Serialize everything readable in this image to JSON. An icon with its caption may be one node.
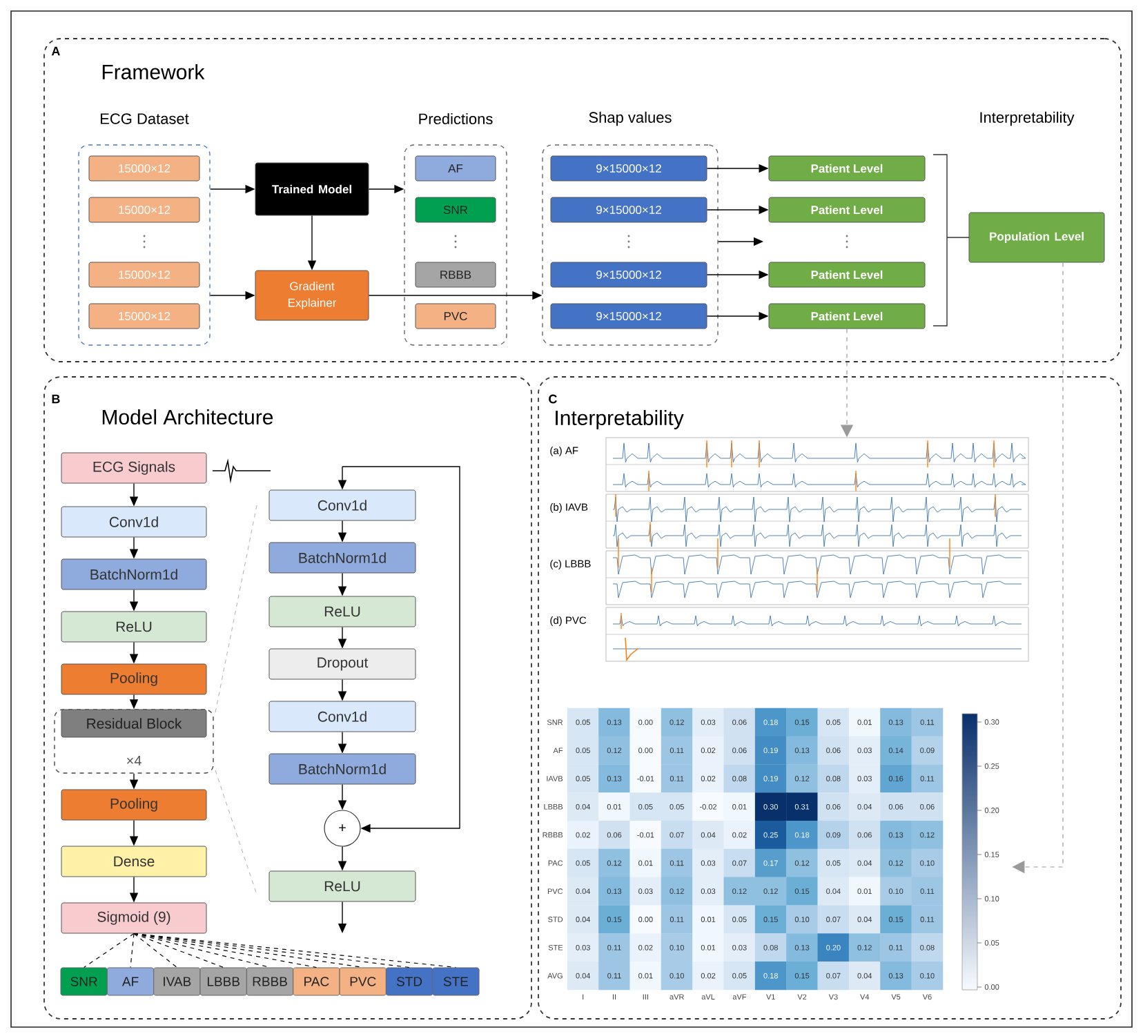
{
  "diagram": {
    "nodes": [
      {
        "text": [
          "A",
          "Framework"
        ]
      },
      {
        "text": [
          "ECG Dataset"
        ],
        "in": 0
      },
      {
        "text": [
          "15000×12"
        ],
        "in": 1
      },
      {
        "text": [
          "15000×12"
        ],
        "in": 1
      },
      {
        "text": [
          "15000×12"
        ],
        "in": 1
      },
      {
        "text": [
          "15000×12"
        ],
        "in": 1
      },
      {
        "text": [
          "Trained Model"
        ],
        "in": 0
      },
      {
        "text": [
          "Gradient Explainer"
        ],
        "in": 0
      },
      {
        "text": [
          "Predictions"
        ],
        "in": 0
      },
      {
        "text": [
          "AF"
        ],
        "in": 8
      },
      {
        "text": [
          "SNR"
        ],
        "in": 8
      },
      {
        "text": [
          "RBBB"
        ],
        "in": 8
      },
      {
        "text": [
          "PVC"
        ],
        "in": 8
      },
      {
        "text": [
          "Shap values"
        ],
        "in": 0
      },
      {
        "text": [
          "9×15000×12"
        ],
        "in": 13
      },
      {
        "text": [
          "9×15000×12"
        ],
        "in": 13
      },
      {
        "text": [
          "9×15000×12"
        ],
        "in": 13
      },
      {
        "text": [
          "9×15000×12"
        ],
        "in": 13
      },
      {
        "text": [
          "Patient Level"
        ],
        "in": 0
      },
      {
        "text": [
          "Patient Level"
        ],
        "in": 0
      },
      {
        "text": [
          "Patient Level"
        ],
        "in": 0
      },
      {
        "text": [
          "Patient Level"
        ],
        "in": 0
      },
      {
        "text": [
          "Population Level"
        ],
        "in": 0
      },
      {
        "text": [
          "B",
          "Model Architecture"
        ]
      },
      {
        "text": [
          "ECG Signals"
        ],
        "in": 23
      },
      {
        "text": [
          "Conv1d"
        ],
        "in": 23
      },
      {
        "text": [
          "BatchNorm1d"
        ],
        "in": 23
      },
      {
        "text": [
          "ReLU"
        ],
        "in": 23
      },
      {
        "text": [
          "Pooling"
        ],
        "in": 23
      },
      {
        "text": [
          "×4"
        ],
        "in": 23
      },
      {
        "text": [
          "Residual Block"
        ],
        "in": 29
      },
      {
        "text": [
          "Pooling"
        ],
        "in": 23
      },
      {
        "text": [
          "Dense"
        ],
        "in": 23
      },
      {
        "text": [
          "Sigmoid (9)"
        ],
        "in": 23
      },
      {
        "text": [
          "SNR"
        ],
        "in": 23
      },
      {
        "text": [
          "AF"
        ],
        "in": 23
      },
      {
        "text": [
          "IVAB"
        ],
        "in": 23
      },
      {
        "text": [
          "LBBB"
        ],
        "in": 23
      },
      {
        "text": [
          "RBBB"
        ],
        "in": 23
      },
      {
        "text": [
          "PAC"
        ],
        "in": 23
      },
      {
        "text": [
          "PVC"
        ],
        "in": 23
      },
      {
        "text": [
          "STD"
        ],
        "in": 23
      },
      {
        "text": [
          "STE"
        ],
        "in": 23
      },
      {
        "text": [
          "Conv1d"
        ],
        "in": 23
      },
      {
        "text": [
          "BatchNorm1d"
        ],
        "in": 23
      },
      {
        "text": [
          "ReLU"
        ],
        "in": 23
      },
      {
        "text": [
          "Dropout"
        ],
        "in": 23
      },
      {
        "text": [
          "Conv1d"
        ],
        "in": 23
      },
      {
        "text": [
          "BatchNorm1d"
        ],
        "in": 23
      },
      {
        "text": [
          "+"
        ],
        "in": 23
      },
      {
        "text": [
          "ReLU"
        ],
        "in": 23
      },
      {
        "text": [
          "C",
          "Interpretability"
        ]
      },
      {
        "text": [],
        "shape": "picture",
        "in": 51
      },
      {
        "text": [],
        "shape": "picture",
        "in": 51
      }
    ],
    "edges": [
      {
        "from": 1,
        "to": 6,
        "arrow": "to"
      },
      {
        "from": 6,
        "to": 8,
        "arrow": "to"
      },
      {
        "from": 6,
        "to": 7,
        "arrow": "to"
      },
      {
        "from": 1,
        "to": 7,
        "arrow": "to"
      },
      {
        "from": 7,
        "to": 13,
        "arrow": "to"
      },
      {
        "from": 14,
        "to": 18,
        "arrow": "to"
      },
      {
        "from": 15,
        "to": 19,
        "arrow": "to"
      },
      {
        "from": 16,
        "to": 20,
        "arrow": "to"
      },
      {
        "from": 17,
        "to": 21,
        "arrow": "to"
      },
      {
        "from": 13,
        "to": null,
        "arrow": "to"
      },
      {
        "from": 24,
        "to": 25,
        "arrow": "to"
      },
      {
        "from": 25,
        "to": 26,
        "arrow": "to"
      },
      {
        "from": 26,
        "to": 27,
        "arrow": "to"
      },
      {
        "from": 27,
        "to": 28,
        "arrow": "to"
      },
      {
        "from": 28,
        "to": 29,
        "arrow": "to"
      },
      {
        "from": 29,
        "to": 31,
        "arrow": "to"
      },
      {
        "from": 31,
        "to": 32,
        "arrow": "to"
      },
      {
        "from": 32,
        "to": 33,
        "arrow": "to"
      },
      {
        "from": 33,
        "to": 34,
        "arrow": "none",
        "style": "dashed"
      },
      {
        "from": 33,
        "to": 35,
        "arrow": "none",
        "style": "dashed"
      },
      {
        "from": 33,
        "to": 36,
        "arrow": "none",
        "style": "dashed"
      },
      {
        "from": 33,
        "to": 37,
        "arrow": "none",
        "style": "dashed"
      },
      {
        "from": 33,
        "to": 38,
        "arrow": "none",
        "style": "dashed"
      },
      {
        "from": 33,
        "to": 39,
        "arrow": "none",
        "style": "dashed"
      },
      {
        "from": 33,
        "to": 40,
        "arrow": "none",
        "style": "dashed"
      },
      {
        "from": 33,
        "to": 41,
        "arrow": "none",
        "style": "dashed"
      },
      {
        "from": 33,
        "to": 42,
        "arrow": "none",
        "style": "dashed"
      },
      {
        "from": null,
        "to": 43,
        "arrow": "to"
      },
      {
        "from": 43,
        "to": 44,
        "arrow": "to"
      },
      {
        "from": 44,
        "to": 45,
        "arrow": "to"
      },
      {
        "from": 45,
        "to": 46,
        "arrow": "to"
      },
      {
        "from": 46,
        "to": 47,
        "arrow": "to"
      },
      {
        "from": 47,
        "to": 48,
        "arrow": "to"
      },
      {
        "from": 48,
        "to": 49,
        "arrow": "to"
      },
      {
        "from": 49,
        "to": 50,
        "arrow": "to"
      },
      {
        "from": 50,
        "to": null,
        "arrow": "to"
      },
      {
        "from": null,
        "to": 49,
        "arrow": "to"
      },
      {
        "from": 21,
        "to": 52,
        "arrow": "to",
        "style": "dashed",
        "color": "#9a9a9a"
      },
      {
        "from": 22,
        "to": 53,
        "arrow": "to",
        "style": "dashed",
        "color": "#9a9a9a"
      }
    ],
    "labels": [
      "Interpretability",
      "(a) AF",
      "(b) IAVB",
      "(c) LBBB",
      "(d) PVC",
      "SNR",
      "0.05",
      "0.13",
      "0.00",
      "0.12",
      "0.03",
      "0.06",
      "0.18",
      "0.15",
      "0.05",
      "0.01",
      "0.13",
      "0.11",
      "AF",
      "0.05",
      "0.12",
      "0.00",
      "0.11",
      "0.02",
      "0.06",
      "0.19",
      "0.13",
      "0.06",
      "0.03",
      "0.14",
      "0.09",
      "IAVB",
      "0.05",
      "0.13",
      "-0.01",
      "0.11",
      "0.02",
      "0.08",
      "0.19",
      "0.12",
      "0.08",
      "0.03",
      "0.16",
      "0.11",
      "LBBB",
      "0.04",
      "0.01",
      "0.05",
      "0.05",
      "-0.02",
      "0.01",
      "0.30",
      "0.31",
      "0.06",
      "0.04",
      "0.06",
      "0.06",
      "RBBB",
      "0.02",
      "0.06",
      "-0.01",
      "0.07",
      "0.04",
      "0.02",
      "0.25",
      "0.18",
      "0.09",
      "0.06",
      "0.13",
      "0.12",
      "PAC",
      "0.05",
      "0.12",
      "0.01",
      "0.11",
      "0.03",
      "0.07",
      "0.17",
      "0.12",
      "0.05",
      "0.04",
      "0.12",
      "0.10",
      "PVC",
      "0.04",
      "0.13",
      "0.03",
      "0.12",
      "0.03",
      "0.12",
      "0.12",
      "0.15",
      "0.04",
      "0.01",
      "0.10",
      "0.11",
      "STD",
      "0.04",
      "0.15",
      "0.00",
      "0.11",
      "0.01",
      "0.05",
      "0.15",
      "0.10",
      "0.07",
      "0.04",
      "0.15",
      "0.11",
      "STE",
      "0.03",
      "0.11",
      "0.02",
      "0.10",
      "0.01",
      "0.03",
      "0.08",
      "0.13",
      "0.20",
      "0.12",
      "0.11",
      "0.08",
      "AVG",
      "0.04",
      "0.11",
      "0.01",
      "0.10",
      "0.02",
      "0.05",
      "0.18",
      "0.15",
      "0.07",
      "0.04",
      "0.13",
      "0.10",
      "I",
      "II",
      "III",
      "aVR",
      "aVL",
      "aVF",
      "V1",
      "V2",
      "V3",
      "V4",
      "V5",
      "V6",
      "0.30",
      "0.25",
      "0.20",
      "0.15",
      "0.10",
      "0.05",
      "0.00"
    ]
  }
}
